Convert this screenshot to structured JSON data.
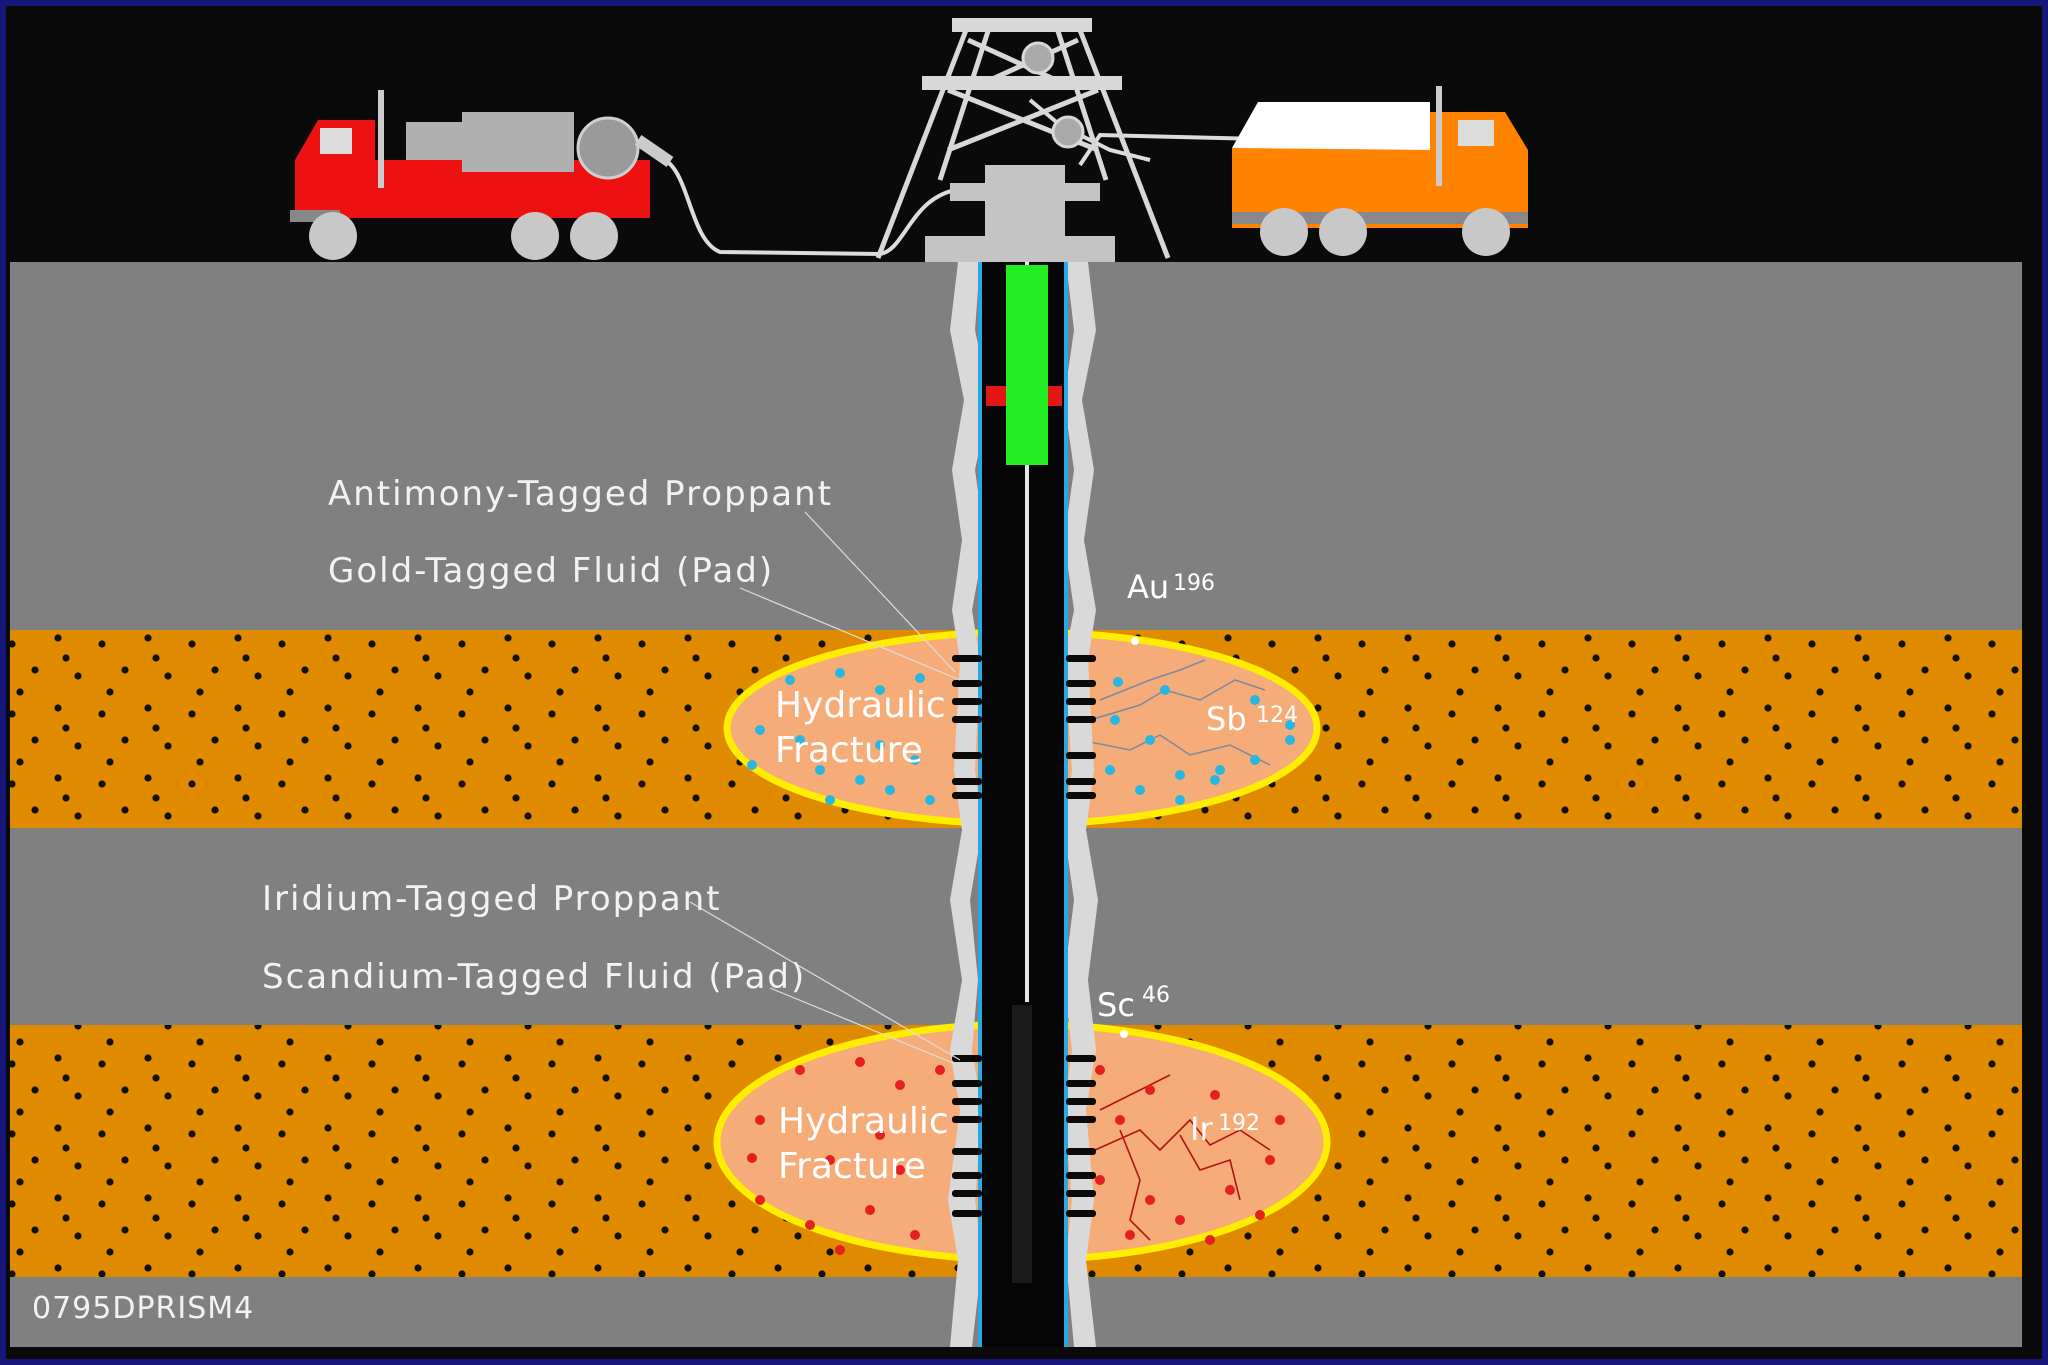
{
  "labels": {
    "antimony_proppant": "Antimony-Tagged Proppant",
    "gold_fluid": "Gold-Tagged Fluid (Pad)",
    "iridium_proppant": "Iridium-Tagged Proppant",
    "scandium_fluid": "Scandium-Tagged Fluid (Pad)",
    "fracture_upper_line1": "Hydraulic",
    "fracture_upper_line2": "Fracture",
    "fracture_lower_line1": "Hydraulic",
    "fracture_lower_line2": "Fracture",
    "drawing_code": "0795DPRISM4"
  },
  "isotopes": {
    "gold": {
      "symbol": "Au",
      "mass": "196"
    },
    "antimony": {
      "symbol": "Sb",
      "mass": "124"
    },
    "scandium": {
      "symbol": "Sc",
      "mass": "46"
    },
    "iridium": {
      "symbol": "Ir",
      "mass": "192"
    }
  },
  "colors": {
    "background": "#0a0a0a",
    "rock": "#808080",
    "reservoir": "#e08a00",
    "fracture_fill": "#f6ac78",
    "fracture_outline": "#ffee00",
    "proppant_antimony": "#29b6e0",
    "proppant_iridium": "#e52020",
    "pump_truck": "#ee1111",
    "tank_truck": "#ff8200",
    "tool_green": "#22ee22",
    "border": "#16167a"
  },
  "icons": [
    "pump-truck-icon",
    "tank-truck-icon",
    "derrick-icon",
    "wellhead-icon"
  ]
}
